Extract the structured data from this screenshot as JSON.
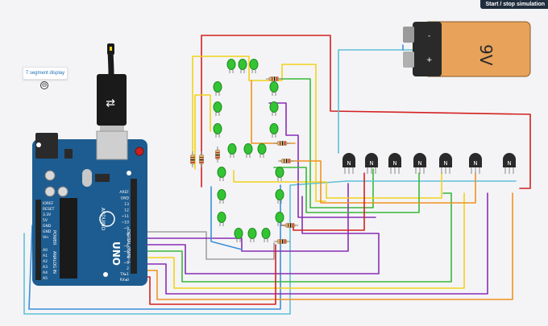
{
  "toolbar": {
    "simulate_label": "Start / stop simulation"
  },
  "annotation": {
    "text": "7 segment display",
    "collapse_symbol": "⊖"
  },
  "battery": {
    "voltage_label": "9V",
    "minus_label": "-",
    "plus_label": "+"
  },
  "arduino": {
    "logo_text": "ARDUINO",
    "model_text": "UNO",
    "power_label": "POWER",
    "analog_label": "ANALOG IN",
    "digital_label": "DIGITAL (PWM~)",
    "power_pins": [
      "IOREF",
      "RESET",
      "3.3V",
      "5V",
      "GND",
      "GND",
      "Vin"
    ],
    "analog_pins": [
      "A0",
      "A1",
      "A2",
      "A3",
      "A4",
      "A5"
    ],
    "digital_pins_top": [
      "AREF",
      "GND",
      "13",
      "12",
      "~11",
      "~10",
      "~9",
      "8"
    ],
    "digital_pins_bottom": [
      "7",
      "~6",
      "~5",
      "4",
      "~3",
      "2",
      "TX▸1",
      "RX◂0"
    ]
  },
  "transistors": {
    "label": "N",
    "count": 7
  },
  "colors": {
    "board": "#1d5c90",
    "led": "#33c433",
    "battery_body": "#e8a25a",
    "battery_cap": "#2a2a2a",
    "wire_red": "#d42020",
    "wire_yellow": "#f2d21a",
    "wire_green": "#38b838",
    "wire_purple": "#8a2cb5",
    "wire_orange": "#f09220",
    "wire_cyan": "#5fc0d8",
    "wire_blue": "#3a8fd8",
    "wire_gray": "#a0a0a0"
  }
}
